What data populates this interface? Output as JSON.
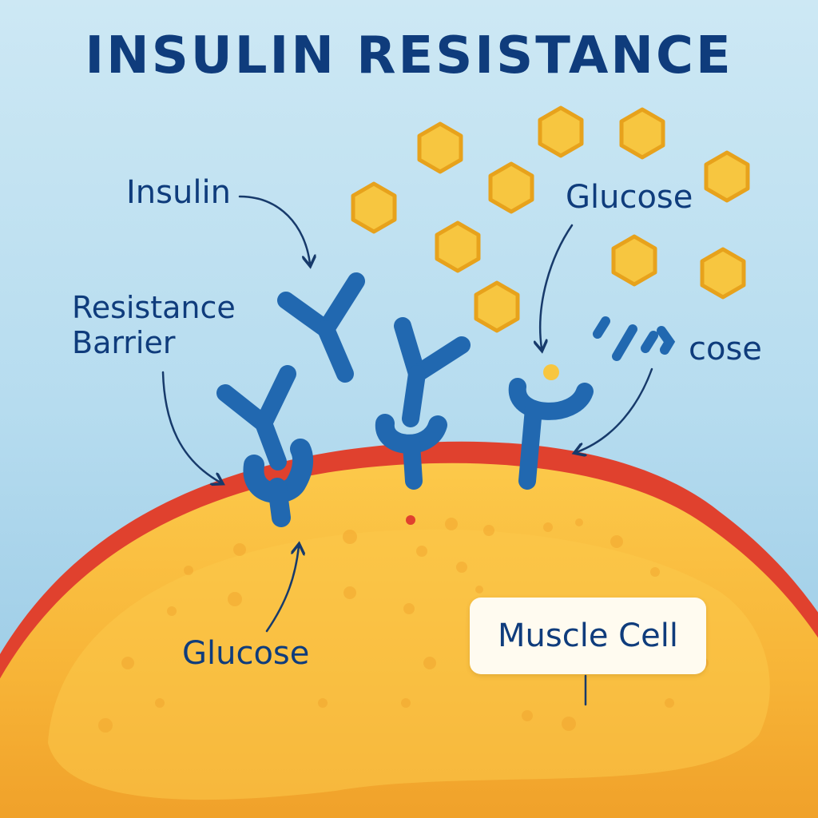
{
  "title": "INSULIN RESISTANCE",
  "labels": {
    "insulin": "Insulin",
    "glucose_top": "Glucose",
    "resistance_barrier": "Resistance\nBarrier",
    "cose": "cose",
    "glucose_bottom": "Glucose",
    "muscle_cell": "Muscle Cell"
  },
  "colors": {
    "background_top": "#c7e5f3",
    "background_bottom": "#9bcbe6",
    "title_text": "#0f3c7c",
    "label_text": "#0f3c7c",
    "cell_fill": "#f8b93a",
    "cell_membrane": "#e0412e",
    "receptor": "#2168b0",
    "glucose_hexagon": "#f7c640",
    "glucose_outline": "#e7a21c"
  },
  "icons": {
    "glucose": "hexagon",
    "receptor": "y-shaped-receptor"
  }
}
